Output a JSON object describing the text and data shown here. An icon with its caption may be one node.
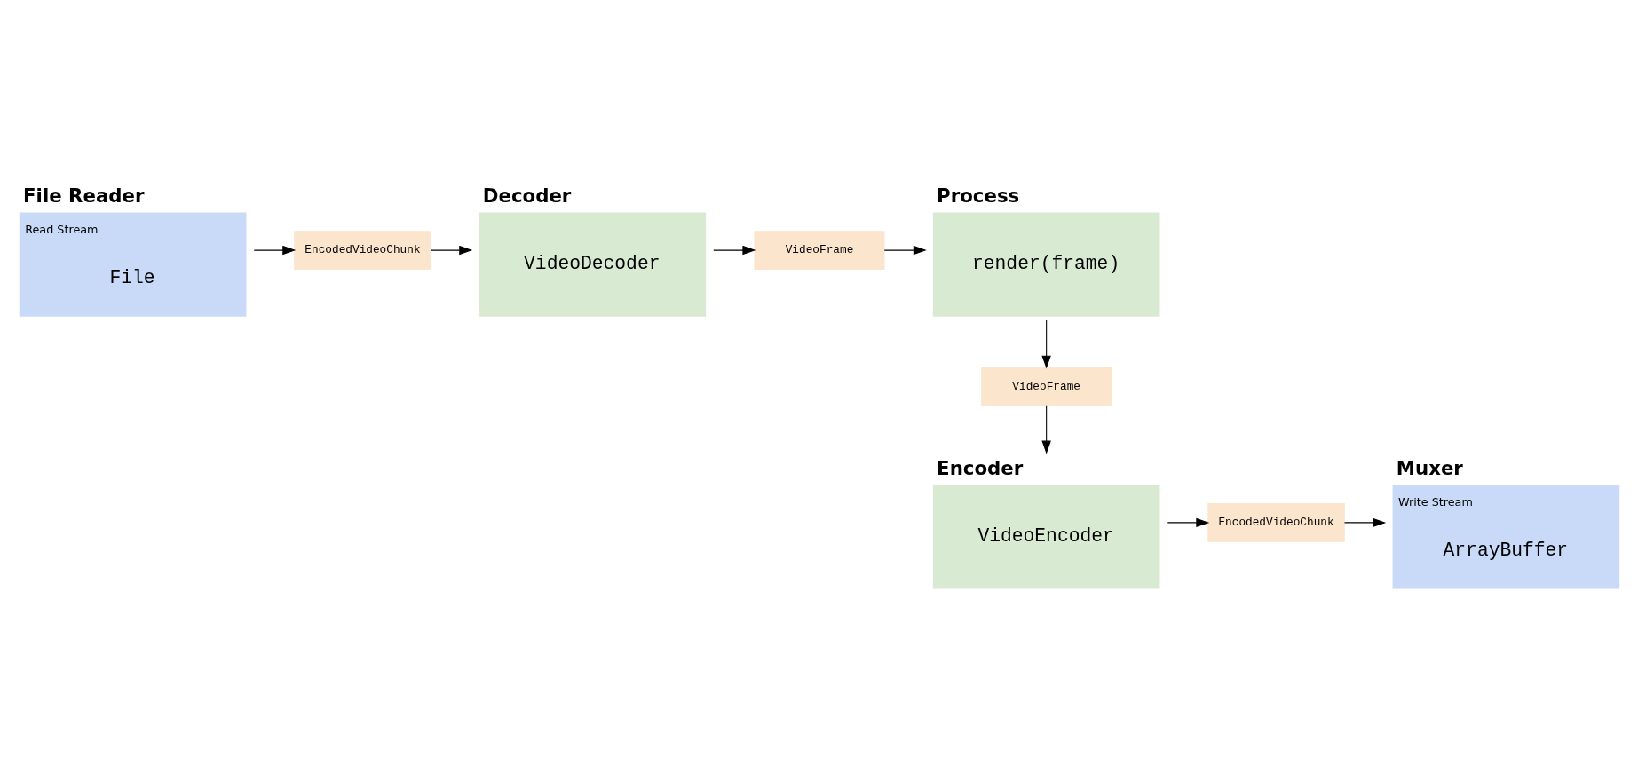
{
  "diagram": {
    "nodes": [
      {
        "text": [
          "File Reader",
          "Read Stream",
          "File"
        ]
      },
      {
        "text": [
          "EncodedVideoChunk"
        ]
      },
      {
        "text": [
          "Decoder",
          "VideoDecoder"
        ]
      },
      {
        "text": [
          "VideoFrame"
        ]
      },
      {
        "text": [
          "Process",
          "render(frame)"
        ]
      },
      {
        "text": [
          "VideoFrame"
        ]
      },
      {
        "text": [
          "Encoder",
          "VideoEncoder"
        ]
      },
      {
        "text": [
          "EncodedVideoChunk"
        ]
      },
      {
        "text": [
          "Muxer",
          "Write Stream",
          "ArrayBuffer"
        ]
      }
    ],
    "edges": [
      {
        "from": 0,
        "to": 1,
        "arrow": "to"
      },
      {
        "from": 1,
        "to": 2,
        "arrow": "to"
      },
      {
        "from": 2,
        "to": 3,
        "arrow": "to"
      },
      {
        "from": 3,
        "to": 4,
        "arrow": "to"
      },
      {
        "from": 4,
        "to": 5,
        "arrow": "to"
      },
      {
        "from": 5,
        "to": 6,
        "arrow": "to"
      },
      {
        "from": 6,
        "to": 7,
        "arrow": "to"
      },
      {
        "from": 7,
        "to": 8,
        "arrow": "to"
      }
    ]
  }
}
